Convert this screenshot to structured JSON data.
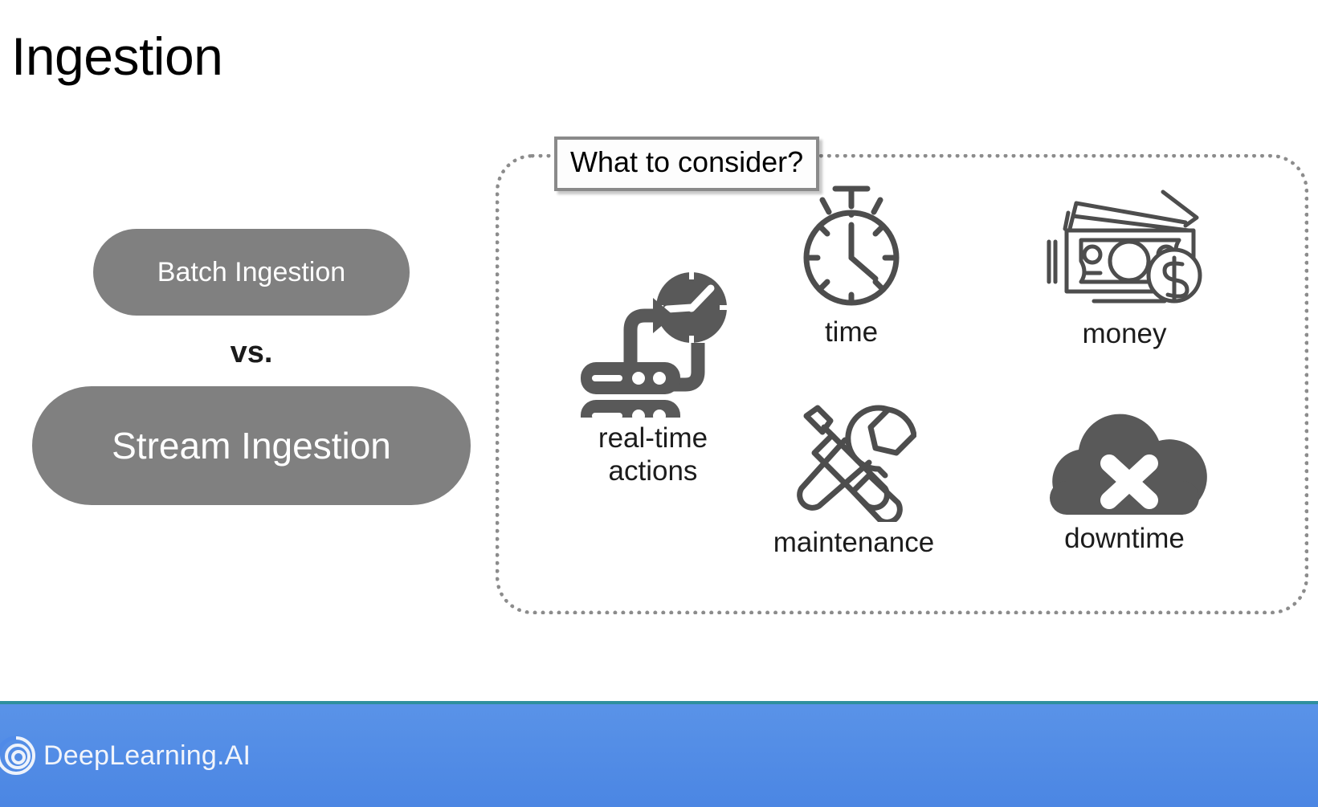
{
  "slide": {
    "title": "Ingestion",
    "background_color": "#ffffff"
  },
  "comparison": {
    "batch": {
      "label": "Batch Ingestion",
      "fill_color": "#808080",
      "text_color": "#ffffff"
    },
    "separator": "vs.",
    "stream": {
      "label": "Stream Ingestion",
      "fill_color": "#808080",
      "text_color": "#ffffff"
    }
  },
  "consider_panel": {
    "heading": "What to consider?",
    "border_style": "dotted",
    "border_color": "#8c8c8c",
    "items": [
      {
        "label": "real-time\nactions",
        "icon": "server-clock-icon",
        "icon_style": "solid",
        "icon_color": "#595959"
      },
      {
        "label": "time",
        "icon": "stopwatch-icon",
        "icon_style": "outline",
        "icon_color": "#4d4d4d"
      },
      {
        "label": "money",
        "icon": "banknote-coin-icon",
        "icon_style": "outline",
        "icon_color": "#4d4d4d"
      },
      {
        "label": "maintenance",
        "icon": "wrench-screwdriver-icon",
        "icon_style": "outline",
        "icon_color": "#4d4d4d"
      },
      {
        "label": "downtime",
        "icon": "cloud-error-icon",
        "icon_style": "solid",
        "icon_color": "#595959"
      }
    ]
  },
  "footer": {
    "brand": "DeepLearning.AI",
    "logo_icon": "deeplearning-spiral-icon",
    "bar_color": "#4f8ae8",
    "accent_line_color": "#2f8f9e",
    "text_color": "#f2f5fb"
  }
}
